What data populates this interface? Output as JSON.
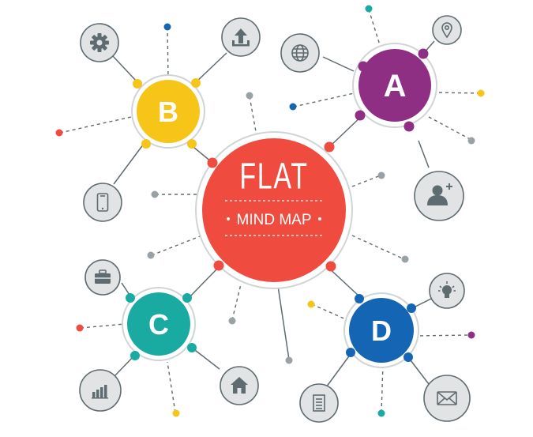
{
  "center": {
    "title": "FLAT",
    "subtitle": "MIND MAP",
    "color": "#EF4B3F"
  },
  "hubs": [
    {
      "id": "a",
      "label": "A",
      "color": "#8E2F83"
    },
    {
      "id": "b",
      "label": "B",
      "color": "#F7C418"
    },
    {
      "id": "c",
      "label": "C",
      "color": "#19ABA1"
    },
    {
      "id": "d",
      "label": "D",
      "color": "#1565B5"
    }
  ],
  "icons": [
    {
      "id": "a-globe",
      "icon": "globe-icon"
    },
    {
      "id": "a-pin",
      "icon": "map-pin-icon"
    },
    {
      "id": "a-user",
      "icon": "add-user-icon"
    },
    {
      "id": "b-gear",
      "icon": "gear-icon"
    },
    {
      "id": "b-upload",
      "icon": "upload-arrow-icon"
    },
    {
      "id": "b-phone",
      "icon": "smartphone-icon"
    },
    {
      "id": "c-briefcase",
      "icon": "briefcase-icon"
    },
    {
      "id": "c-chart",
      "icon": "bar-chart-icon"
    },
    {
      "id": "c-home",
      "icon": "home-icon"
    },
    {
      "id": "d-bulb",
      "icon": "light-bulb-icon"
    },
    {
      "id": "d-document",
      "icon": "document-icon"
    },
    {
      "id": "d-mail",
      "icon": "envelope-icon"
    }
  ],
  "colors": {
    "line": "#5E6B70",
    "dot_gray": "#9AA1A5",
    "icon_fill": "#E1E3E4",
    "icon_stroke": "#5E6B70",
    "icon_glyph": "#5E6B70",
    "ring": "#CFD4D6"
  }
}
